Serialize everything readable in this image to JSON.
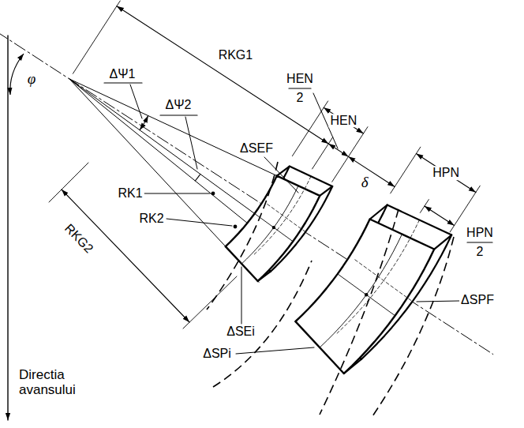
{
  "diagram": {
    "labels": [
      "φ",
      "RKG1",
      "ΔΨ1",
      "ΔΨ2",
      "HEN",
      "2",
      "HEN",
      "δ",
      "HPN",
      "HPN",
      "2",
      "ΔSEF",
      "RK1",
      "RK2",
      "RKG2",
      "ΔSPF",
      "ΔSEi",
      "ΔSPi",
      "Directia avansului"
    ]
  }
}
